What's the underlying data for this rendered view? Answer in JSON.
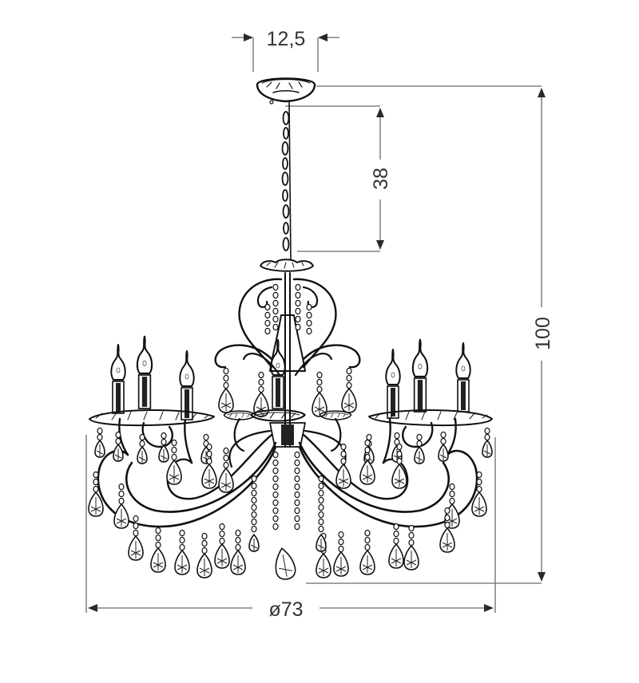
{
  "diagram": {
    "subject": "crystal chandelier technical drawing",
    "arms_count": 7,
    "candle_lights": 7,
    "colors": {
      "background": "#ffffff",
      "ink": "#111111",
      "dimension_line": "#6a6a6a",
      "dimension_text": "#333333"
    }
  },
  "dimensions": {
    "canopy_width": {
      "label": "12,5",
      "orientation": "horizontal",
      "position": "top"
    },
    "chain_length": {
      "label": "38",
      "orientation": "vertical",
      "position": "right-inner"
    },
    "total_height": {
      "label": "100",
      "orientation": "vertical",
      "position": "right-outer"
    },
    "diameter": {
      "label": "ø73",
      "orientation": "horizontal",
      "position": "bottom"
    }
  }
}
